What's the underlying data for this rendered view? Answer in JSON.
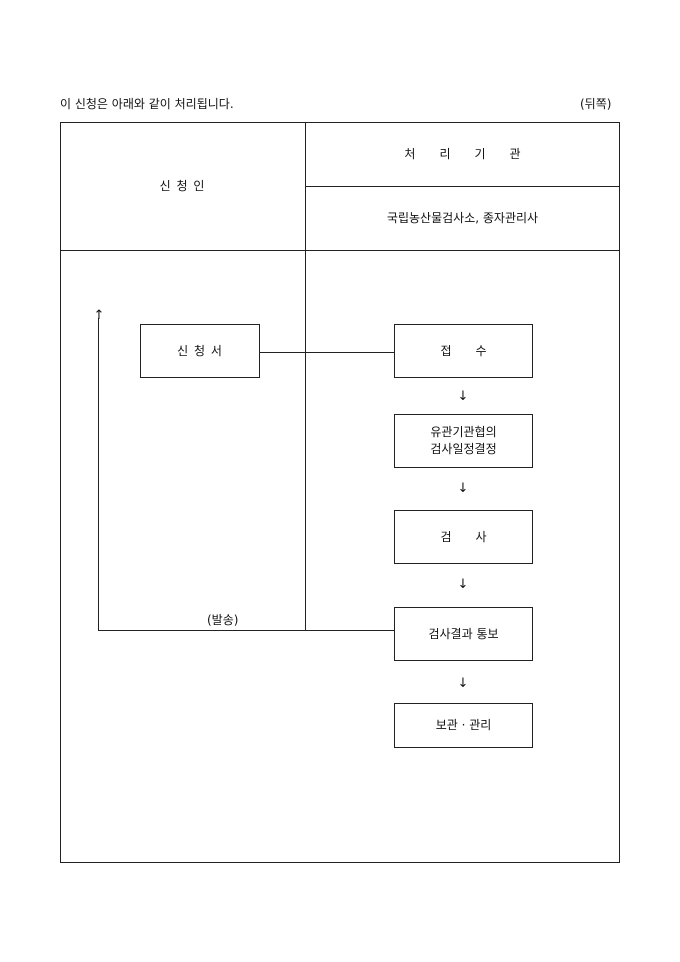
{
  "header": {
    "intro": "이 신청은 아래와 같이 처리됩니다.",
    "side_label": "(뒤쪽)"
  },
  "table": {
    "applicant_header": "신 청 인",
    "agency_header": "처　　리　　기　　관",
    "agency_name": "국립농산물검사소, 종자관리사"
  },
  "flow": {
    "application_form": "신 청 서",
    "steps": [
      {
        "line1": "접　　수",
        "line2": ""
      },
      {
        "line1": "유관기관협의",
        "line2": "검사일정결정"
      },
      {
        "line1": "검　　사",
        "line2": ""
      },
      {
        "line1": "검사결과 통보",
        "line2": ""
      },
      {
        "line1": "보관 · 관리",
        "line2": ""
      }
    ],
    "dispatch_label": "(발송)",
    "down_arrow": "↓",
    "up_arrow": "↑"
  }
}
